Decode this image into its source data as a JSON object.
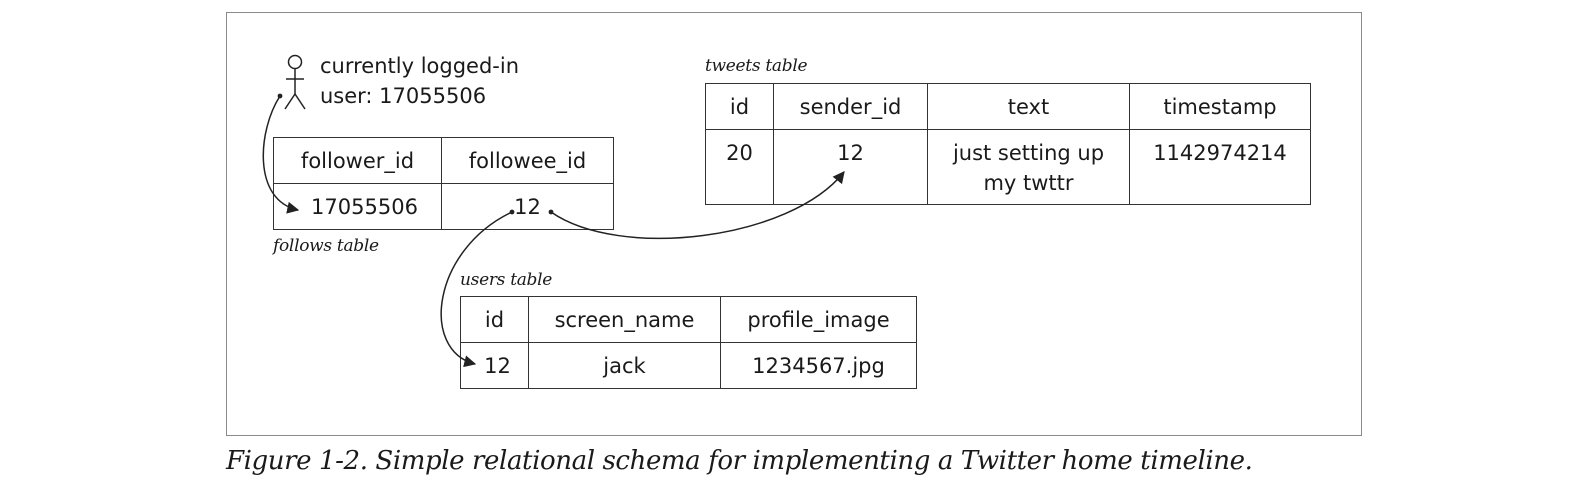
{
  "user": {
    "line1": "currently logged-in",
    "line2": "user: 17055506"
  },
  "tweets": {
    "caption": "tweets table",
    "headers": [
      "id",
      "sender_id",
      "text",
      "timestamp"
    ],
    "row": [
      "20",
      "12",
      "just setting up",
      "my twttr",
      "1142974214"
    ]
  },
  "follows": {
    "caption": "follows table",
    "headers": [
      "follower_id",
      "followee_id"
    ],
    "row": [
      "17055506",
      "12"
    ]
  },
  "users": {
    "caption": "users table",
    "headers": [
      "id",
      "screen_name",
      "profile_image"
    ],
    "row": [
      "12",
      "jack",
      "1234567.jpg"
    ]
  },
  "figure_caption": "Figure 1-2. Simple relational schema for implementing a Twitter home timeline."
}
